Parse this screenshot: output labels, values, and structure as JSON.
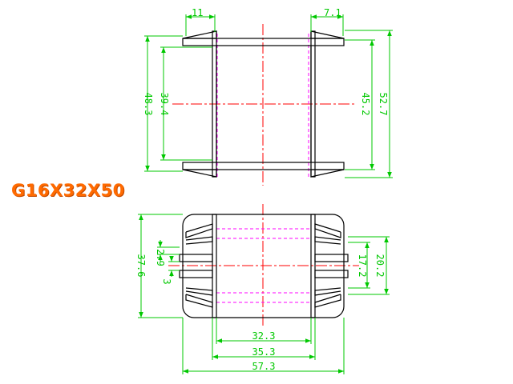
{
  "title": "G16X32X50",
  "colors": {
    "outline": "#000000",
    "dimension": "#00c800",
    "centerline": "#ff0000",
    "hidden": "#ff00ff",
    "title": "#ff6a00"
  },
  "top_view": {
    "dim_top_left": "11",
    "dim_top_right": "7.1",
    "dim_left_outer": "48.3",
    "dim_left_inner": "39.4",
    "dim_right_inner": "45.2",
    "dim_right_outer": "52.7"
  },
  "bottom_view": {
    "dim_left_outer": "37.6",
    "dim_left_slot": "2.9",
    "dim_left_small": "3",
    "dim_right_inner": "17.2",
    "dim_right_outer": "20.2",
    "dim_bottom_1": "32.3",
    "dim_bottom_2": "35.3",
    "dim_bottom_3": "57.3"
  }
}
